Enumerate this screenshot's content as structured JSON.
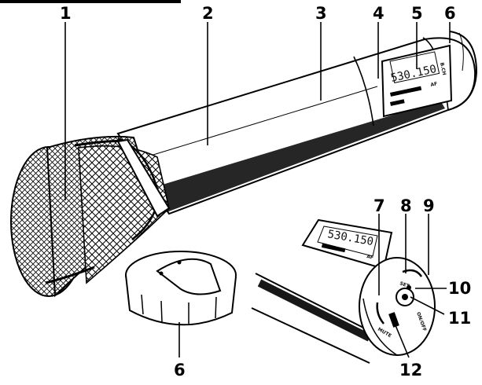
{
  "callouts": {
    "c1": "1",
    "c2": "2",
    "c3": "3",
    "c4": "4",
    "c5": "5",
    "c6_top": "6",
    "c7": "7",
    "c8": "8",
    "c9": "9",
    "c10": "10",
    "c11": "11",
    "c12": "12",
    "c6_bottom": "6"
  },
  "display": {
    "main_reading": "530.150",
    "side_marks": "B.CH",
    "bar_mark": "AF",
    "detail_reading": "530.150",
    "detail_bar_mark": "AF"
  },
  "controls": {
    "set_label": "SET",
    "onoff_label": "ON/OFF",
    "mute_label": "MUTE"
  }
}
